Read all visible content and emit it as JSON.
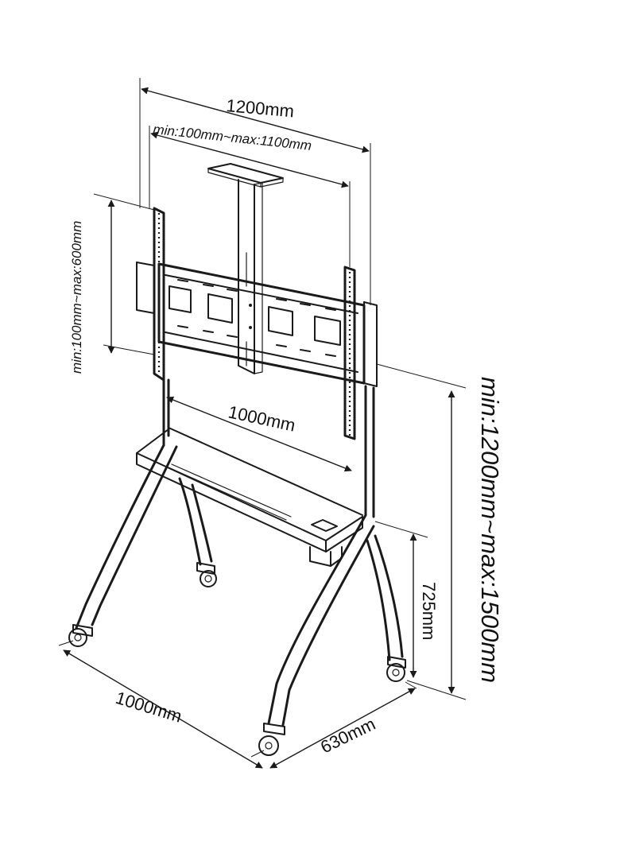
{
  "labels": {
    "overall_width": "1200mm",
    "vesa_horizontal": "min:100mm~max:1100mm",
    "vesa_vertical": "min:100mm~max:600mm",
    "tray_width": "1000mm",
    "height_range": "min:1200mm~max:1500mm",
    "shelf_height": "725mm",
    "base_width": "1000mm",
    "base_depth": "630mm"
  }
}
